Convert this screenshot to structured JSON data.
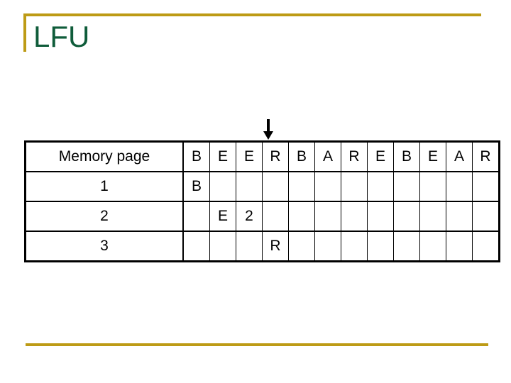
{
  "slide": {
    "title": "LFU",
    "title_color": "#0f5c3a",
    "rule_color": "#bd9b16"
  },
  "pointer": {
    "icon": "down-arrow-icon",
    "points_at_column_index": 3,
    "points_at_reference": "R"
  },
  "table": {
    "row_header_label": "Memory page",
    "reference_string": [
      "B",
      "E",
      "E",
      "R",
      "B",
      "A",
      "R",
      "E",
      "B",
      "E",
      "A",
      "R"
    ],
    "frame_labels": [
      "1",
      "2",
      "3"
    ],
    "colors": {
      "page_value": "#cc88e0",
      "count_value": "#b01d1d",
      "grid": "#000000"
    },
    "rows": [
      {
        "label": "1",
        "cells": [
          "B",
          "",
          "",
          "",
          "",
          "",
          "",
          "",
          "",
          "",
          "",
          ""
        ],
        "cell_colors": [
          "page",
          "",
          "",
          "",
          "",
          "",
          "",
          "",
          "",
          "",
          "",
          ""
        ]
      },
      {
        "label": "2",
        "cells": [
          "",
          "E",
          "2",
          "",
          "",
          "",
          "",
          "",
          "",
          "",
          "",
          ""
        ],
        "cell_colors": [
          "",
          "page",
          "count",
          "",
          "",
          "",
          "",
          "",
          "",
          "",
          "",
          ""
        ]
      },
      {
        "label": "3",
        "cells": [
          "",
          "",
          "",
          "R",
          "",
          "",
          "",
          "",
          "",
          "",
          "",
          ""
        ],
        "cell_colors": [
          "",
          "",
          "",
          "page",
          "",
          "",
          "",
          "",
          "",
          "",
          "",
          ""
        ]
      }
    ]
  }
}
